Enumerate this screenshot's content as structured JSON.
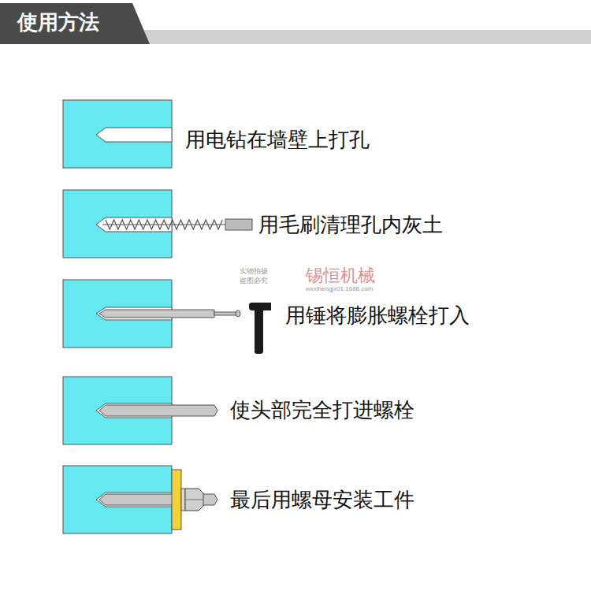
{
  "diagram": {
    "title": "使用方法",
    "labels": [
      "用电钻在墙壁上打孔",
      "用毛刷清理孔内灰土",
      "用锤将膨胀螺栓打入",
      "使头部完全打进螺栓",
      "最后用螺母安装工件",
      "实物拍摄",
      "盗图必究",
      "锡恒机械",
      "wxxihengjx01.1688.com"
    ]
  }
}
